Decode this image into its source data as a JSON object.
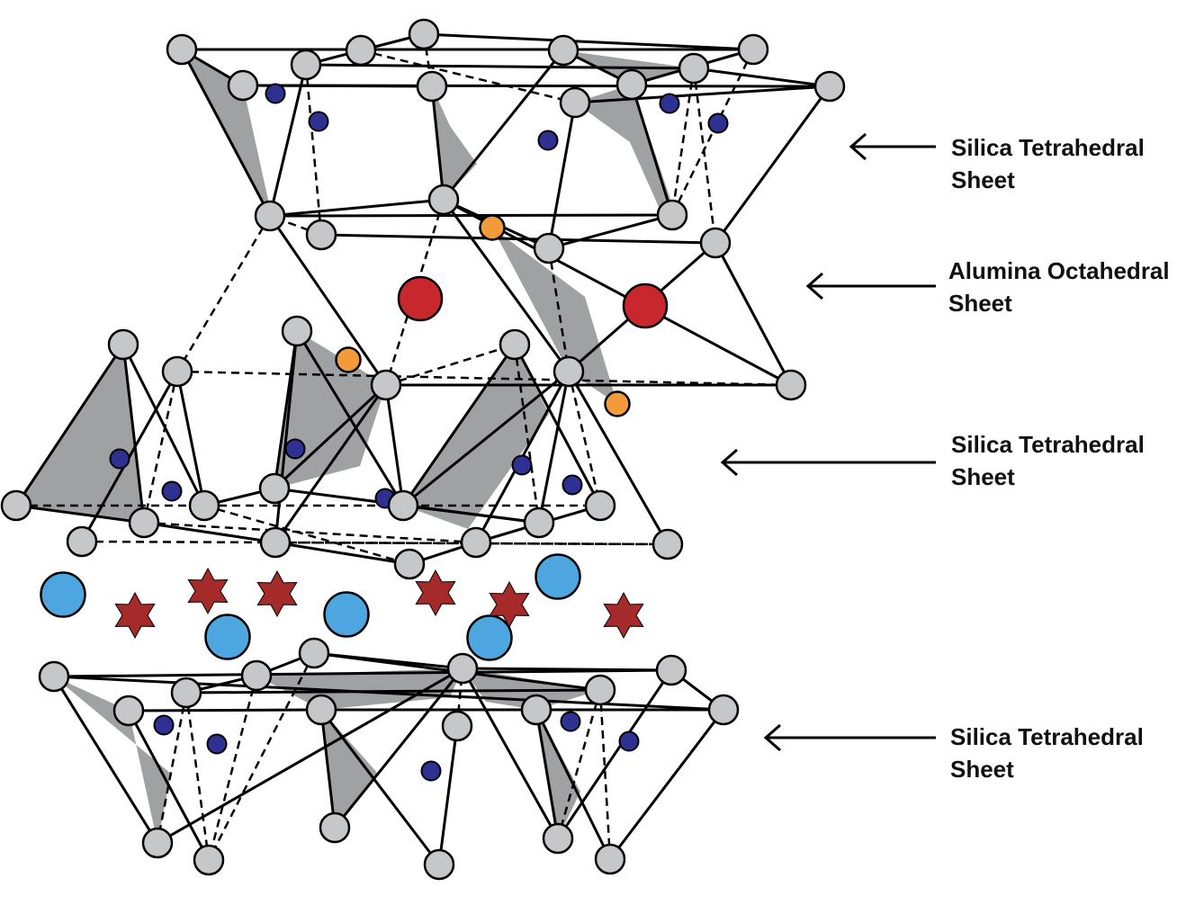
{
  "labels": {
    "upper_tetrahedral": [
      "Silica Tetrahedral",
      "Sheet"
    ],
    "octahedral": [
      "Alumina Octahedral",
      "Sheet"
    ],
    "middle_tetrahedral": [
      "Silica Tetrahedral",
      "Sheet"
    ],
    "lower_tetrahedral": [
      "Silica Tetrahedral",
      "Sheet"
    ]
  },
  "colors": {
    "oxygen": "#c6c7c9",
    "silicon": "#2e3192",
    "aluminum": "#c8272d",
    "hydroxyl": "#f39a3b",
    "interlayer_cation": "#4da6df",
    "water_star": "#a52a2a",
    "face_fill": "#a0a1a3",
    "stroke": "#000000"
  },
  "icons": {
    "arrow": "left-arrow-icon",
    "oxygen": "gray-sphere-icon",
    "silicon": "navy-dot-icon",
    "aluminum": "red-sphere-icon",
    "hydroxyl": "orange-dot-icon",
    "cation": "blue-sphere-icon",
    "water": "star-icon"
  }
}
